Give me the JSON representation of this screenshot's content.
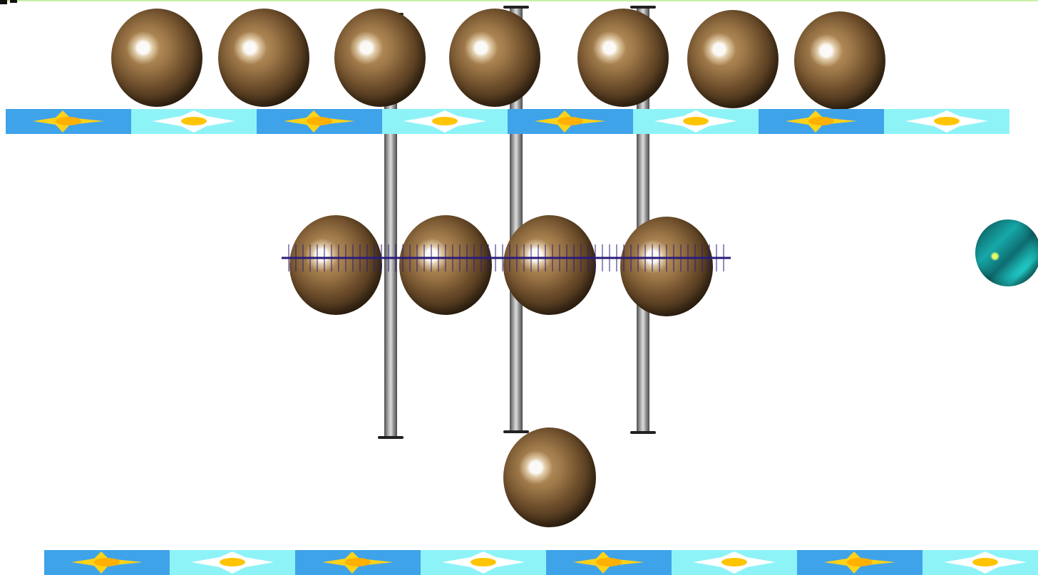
{
  "game": {
    "colors": {
      "bead": "#8b6a40",
      "sun_tile_blue": "#3fa3ea",
      "sun_tile_cyan": "#8ef3f7",
      "sun": "#ffd21a",
      "ruler": "#2a1c7a",
      "orb": "#17a8a8"
    },
    "abacus": {
      "upper_beads": 7,
      "lower_beads": 4,
      "loose_beads": 1,
      "rods": 3
    },
    "icons": {
      "bead": "bead-icon",
      "sun": "sun-icon",
      "orb": "teal-orb-icon"
    }
  }
}
